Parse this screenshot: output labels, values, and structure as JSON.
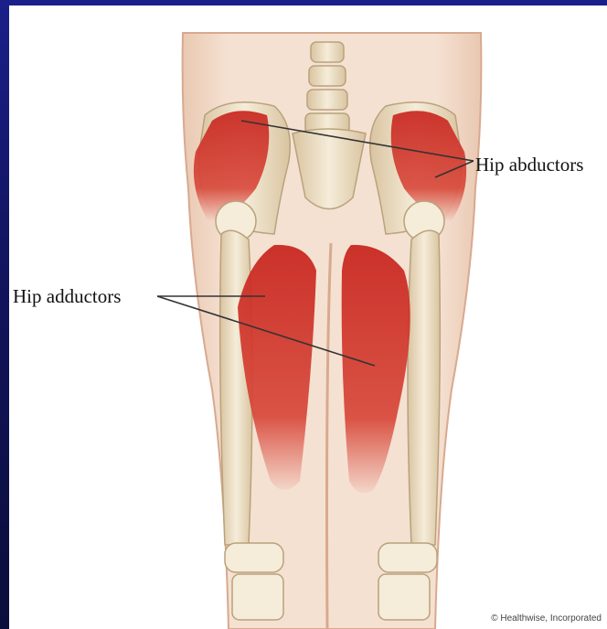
{
  "labels": {
    "abductors": "Hip abductors",
    "adductors": "Hip adductors"
  },
  "credit": "© Healthwise, Incorporated",
  "colors": {
    "frame": "#1b1f8a",
    "background": "#ffffff",
    "skin": "#f2dccb",
    "bone": "#efe3cc",
    "muscle": "#d0342c",
    "label_text": "#111111"
  }
}
